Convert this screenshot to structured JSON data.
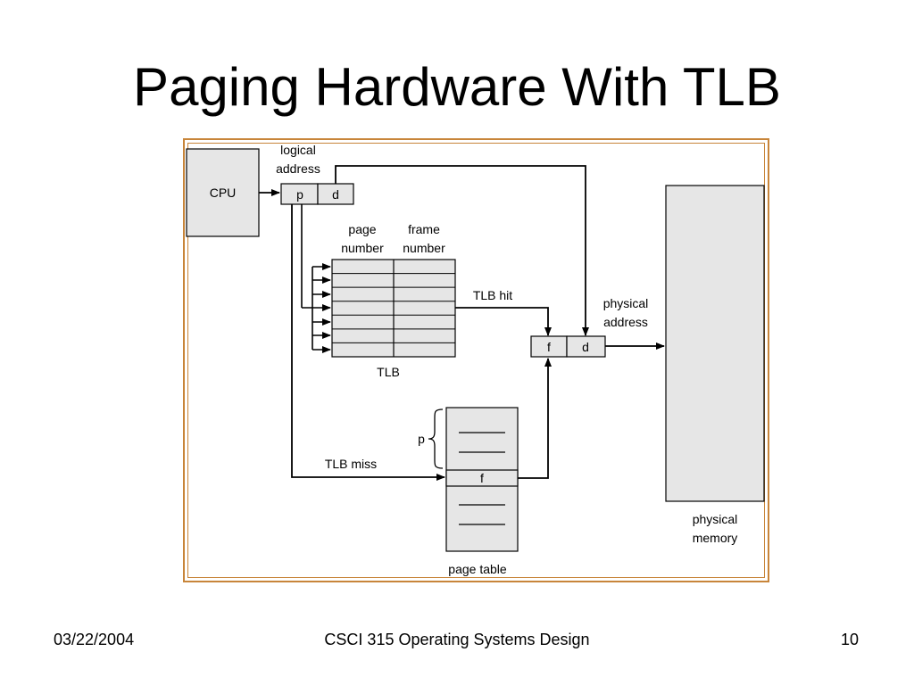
{
  "slide": {
    "title": "Paging Hardware With TLB"
  },
  "diagram": {
    "cpu": "CPU",
    "logical_address": {
      "line1": "logical",
      "line2": "address",
      "p": "p",
      "d": "d"
    },
    "tlb_headers": {
      "page_1": "page",
      "page_2": "number",
      "frame_1": "frame",
      "frame_2": "number"
    },
    "tlb_label": "TLB",
    "tlb_hit": "TLB hit",
    "tlb_miss": "TLB miss",
    "physical_address": {
      "line1": "physical",
      "line2": "address",
      "f": "f",
      "d": "d"
    },
    "page_table": {
      "label": "page table",
      "p": "p",
      "f": "f"
    },
    "physical_memory": {
      "line1": "physical",
      "line2": "memory"
    }
  },
  "footer": {
    "date": "03/22/2004",
    "course": "CSCI 315 Operating Systems Design",
    "page": "10"
  }
}
